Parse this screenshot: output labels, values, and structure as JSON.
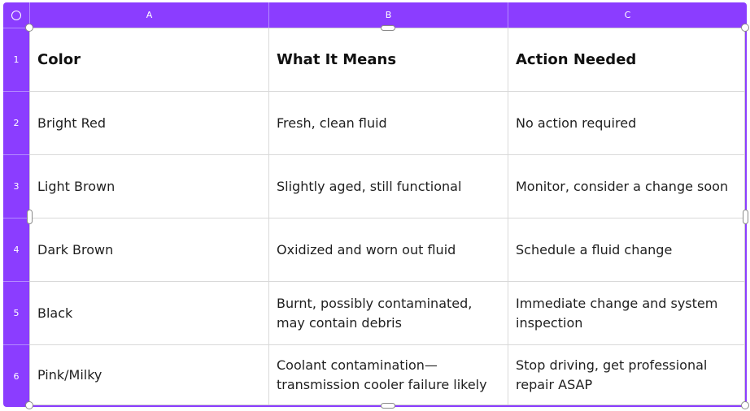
{
  "columns": [
    "A",
    "B",
    "C"
  ],
  "rows": [
    "1",
    "2",
    "3",
    "4",
    "5",
    "6"
  ],
  "table": {
    "headers": [
      "Color",
      "What It Means",
      "Action Needed"
    ],
    "body": [
      [
        "Bright Red",
        "Fresh, clean fluid",
        "No action required"
      ],
      [
        "Light Brown",
        "Slightly aged, still functional",
        "Monitor, consider a change soon"
      ],
      [
        "Dark Brown",
        "Oxidized and worn out fluid",
        "Schedule a fluid change"
      ],
      [
        "Black",
        "Burnt, possibly contaminated, may contain debris",
        "Immediate change and system inspection"
      ],
      [
        "Pink/Milky",
        "Coolant contamination—transmission cooler failure likely",
        "Stop driving, get professional repair ASAP"
      ]
    ]
  },
  "colors": {
    "accent": "#8b3dff",
    "grid_line": "#d9d9d9",
    "text": "#1f1f1f"
  },
  "icons": {
    "select_all": "select-all-circle-icon"
  }
}
